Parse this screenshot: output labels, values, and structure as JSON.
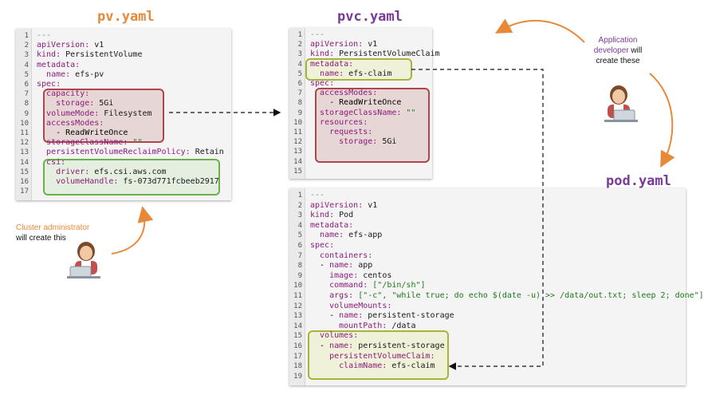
{
  "titles": {
    "pv": "pv.yaml",
    "pvc": "pvc.yaml",
    "pod": "pod.yaml"
  },
  "colors": {
    "pv_title": "#e8893a",
    "pvc_title": "#7a3a9a",
    "pod_title": "#7a3a9a",
    "accent_orange": "#e8893a",
    "red_box": "#b0444c",
    "green_box": "#6ab04c",
    "yellow_box": "#a8b33a"
  },
  "labels": {
    "cluster_admin_line1": "Cluster administrator",
    "cluster_admin_line2": "will create this",
    "app_dev_line1": "Application",
    "app_dev_line2a": "developer",
    "app_dev_line2b": " will",
    "app_dev_line3": "create these"
  },
  "icons": {
    "cluster_admin": "person-at-laptop-icon",
    "app_dev": "person-at-laptop-icon"
  },
  "pv_lines": [
    {
      "n": "1",
      "t": "---"
    },
    {
      "n": "2",
      "t": "apiVersion: v1"
    },
    {
      "n": "3",
      "t": "kind: PersistentVolume"
    },
    {
      "n": "4",
      "t": "metadata:"
    },
    {
      "n": "5",
      "t": "  name: efs-pv"
    },
    {
      "n": "6",
      "t": "spec:"
    },
    {
      "n": "7",
      "t": "  capacity:"
    },
    {
      "n": "8",
      "t": "    storage: 5Gi"
    },
    {
      "n": "9",
      "t": "  volumeMode: Filesystem"
    },
    {
      "n": "10",
      "t": "  accessModes:"
    },
    {
      "n": "11",
      "t": "    - ReadWriteOnce"
    },
    {
      "n": "12",
      "t": "  storageClassName: \"\""
    },
    {
      "n": "13",
      "t": "  persistentVolumeReclaimPolicy: Retain"
    },
    {
      "n": "14",
      "t": "  csi:"
    },
    {
      "n": "15",
      "t": "    driver: efs.csi.aws.com"
    },
    {
      "n": "16",
      "t": "    volumeHandle: fs-073d771fcbeeb2917"
    },
    {
      "n": "17",
      "t": ""
    }
  ],
  "pvc_lines": [
    {
      "n": "1",
      "t": "---"
    },
    {
      "n": "2",
      "t": "apiVersion: v1"
    },
    {
      "n": "3",
      "t": "kind: PersistentVolumeClaim"
    },
    {
      "n": "4",
      "t": "metadata:"
    },
    {
      "n": "5",
      "t": "  name: efs-claim"
    },
    {
      "n": "6",
      "t": "spec:"
    },
    {
      "n": "7",
      "t": "  accessModes:"
    },
    {
      "n": "8",
      "t": "    - ReadWriteOnce"
    },
    {
      "n": "9",
      "t": "  storageClassName: \"\""
    },
    {
      "n": "10",
      "t": "  resources:"
    },
    {
      "n": "11",
      "t": "    requests:"
    },
    {
      "n": "12",
      "t": "      storage: 5Gi"
    },
    {
      "n": "13",
      "t": ""
    },
    {
      "n": "14",
      "t": ""
    },
    {
      "n": "15",
      "t": ""
    }
  ],
  "pod_lines": [
    {
      "n": "1",
      "t": "---"
    },
    {
      "n": "2",
      "t": "apiVersion: v1"
    },
    {
      "n": "3",
      "t": "kind: Pod"
    },
    {
      "n": "4",
      "t": "metadata:"
    },
    {
      "n": "5",
      "t": "  name: efs-app"
    },
    {
      "n": "6",
      "t": "spec:"
    },
    {
      "n": "7",
      "t": "  containers:"
    },
    {
      "n": "8",
      "t": "  - name: app"
    },
    {
      "n": "9",
      "t": "    image: centos"
    },
    {
      "n": "10",
      "t": "    command: [\"/bin/sh\"]"
    },
    {
      "n": "11",
      "t": "    args: [\"-c\", \"while true; do echo $(date -u) >> /data/out.txt; sleep 2; done\"]"
    },
    {
      "n": "12",
      "t": "    volumeMounts:"
    },
    {
      "n": "13",
      "t": "    - name: persistent-storage"
    },
    {
      "n": "14",
      "t": "      mountPath: /data"
    },
    {
      "n": "15",
      "t": "  volumes:"
    },
    {
      "n": "16",
      "t": "  - name: persistent-storage"
    },
    {
      "n": "17",
      "t": "    persistentVolumeClaim:"
    },
    {
      "n": "18",
      "t": "      claimName: efs-claim"
    },
    {
      "n": "19",
      "t": ""
    }
  ]
}
